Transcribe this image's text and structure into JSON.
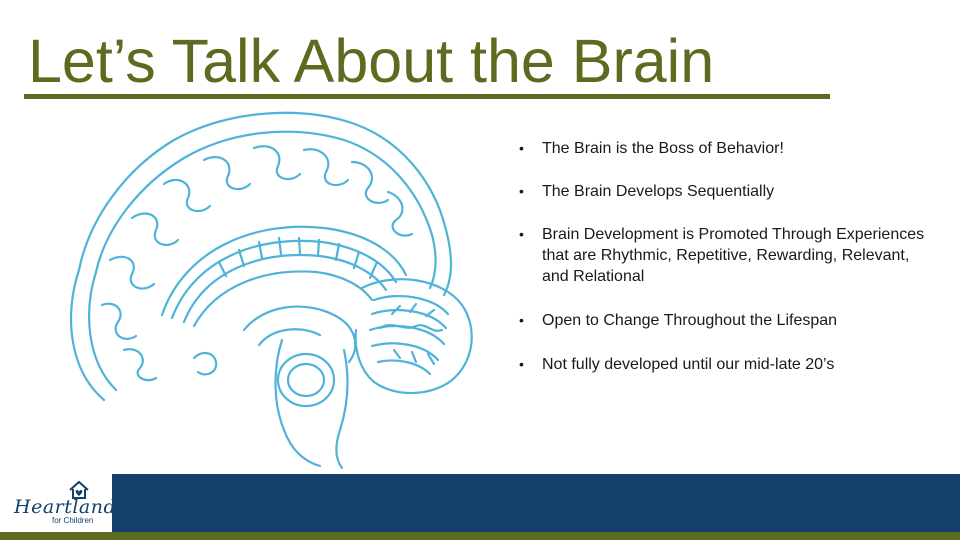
{
  "title": "Let’s Talk About the Brain",
  "bullets": [
    "The Brain is the Boss of Behavior!",
    "The Brain Develops Sequentially",
    "Brain Development is Promoted Through Experiences that are Rhythmic, Repetitive, Rewarding, Relevant, and Relational",
    "Open to Change Throughout the Lifespan",
    "Not fully developed until our mid-late 20’s"
  ],
  "bullet_symbol": "•",
  "logo": {
    "name": "Heartland",
    "sub": "for Children",
    "icon": "house-heart-icon"
  },
  "colors": {
    "title": "#5b6b1f",
    "footer": "#15406b",
    "accent_line": "#5b6b1f",
    "brain_outline": "#4fb3d9"
  },
  "illustration": "brain-sagittal-illustration"
}
